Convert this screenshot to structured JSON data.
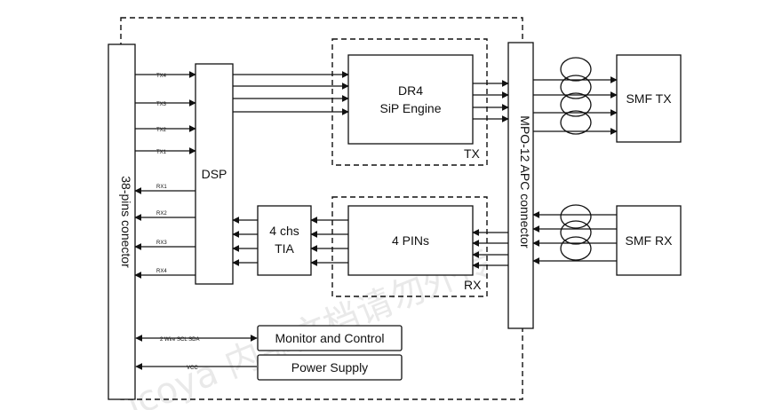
{
  "blocks": {
    "connector_38": "38-pins conector",
    "dsp": "DSP",
    "sip_engine_line1": "DR4",
    "sip_engine_line2": "SiP Engine",
    "tx_group": "TX",
    "tia_line1": "4 chs",
    "tia_line2": "TIA",
    "pins": "4 PINs",
    "rx_group": "RX",
    "mpo": "MPO-12 APC connector",
    "smf_tx": "SMF TX",
    "smf_rx": "SMF RX",
    "monitor": "Monitor and Control",
    "power": "Power Supply"
  },
  "signals": {
    "tx": [
      "TX4",
      "TX3",
      "TX2",
      "TX1"
    ],
    "rx": [
      "RX1",
      "RX2",
      "RX3",
      "RX4"
    ],
    "i2c": "2 Wire SCL SDA",
    "vcc": "VCC"
  },
  "watermark": "icoya 内部文档请勿外传"
}
